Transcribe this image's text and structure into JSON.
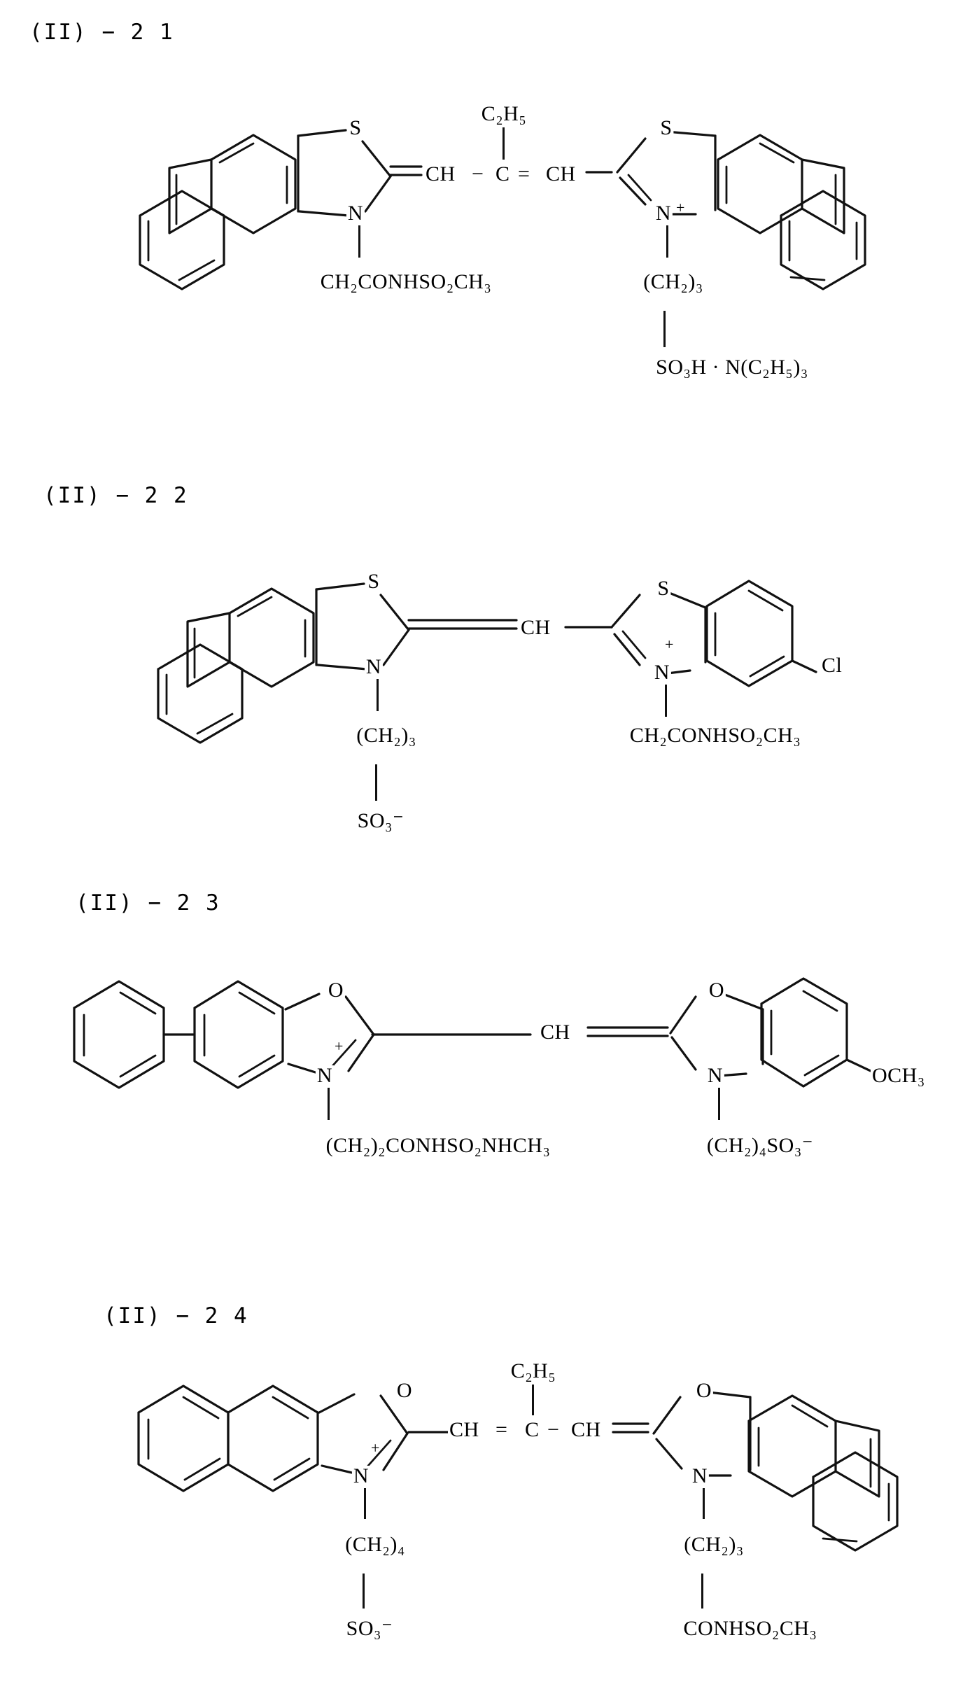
{
  "document": {
    "type": "patent-chemical-structures-page",
    "background_color": "#ffffff",
    "ink_color": "#111111"
  },
  "compounds": [
    {
      "id": "ii-21",
      "label": "(II) − 2 1",
      "description": "Trimethine cyanine dye with two naphtho[1,2-d]thiazole nuclei, ethyl substituent on meso carbon",
      "labels": {
        "left_hetero_atom": "S",
        "left_n_atom": "N",
        "right_hetero_atom": "S",
        "right_n_atom": "N",
        "charge": "+",
        "meso_substituent": "C₂H₅",
        "chain_left": "CH",
        "chain_bond_left": "−",
        "chain_center": "C",
        "chain_bond_right": "=",
        "chain_right": "CH",
        "left_n_substituent": "CH₂CONHSO₂CH₃",
        "right_n_substituent": "(CH₂)₃",
        "right_terminal": "SO₃H · N(C₂H₅)₃"
      }
    },
    {
      "id": "ii-22",
      "label": "(II) − 2 2",
      "description": "Monomethine cyanine dye, naphthothiazole and 5-chlorobenzothiazolium nuclei",
      "labels": {
        "left_hetero_atom": "S",
        "left_n_atom": "N",
        "right_hetero_atom": "S",
        "right_n_atom": "N",
        "charge": "+",
        "methine": "CH",
        "ring_substituent": "Cl",
        "left_n_substituent": "(CH₂)₃",
        "left_terminal": "SO₃⁻",
        "right_n_substituent": "CH₂CONHSO₂CH₃"
      }
    },
    {
      "id": "ii-23",
      "label": "(II) − 2 3",
      "description": "Monomethine oxacarbocyanine, 5-phenylbenzoxazolium and 5-methoxybenzoxazole nuclei",
      "labels": {
        "left_hetero_atom": "O",
        "left_n_atom": "N",
        "right_hetero_atom": "O",
        "right_n_atom": "N",
        "charge": "+",
        "methine": "CH",
        "right_ring_substituent": "OCH₃",
        "left_n_substituent": "(CH₂)₂CONHSO₂NHCH₃",
        "right_n_substituent": "(CH₂)₄SO₃⁻"
      }
    },
    {
      "id": "ii-24",
      "label": "(II) − 2 4",
      "description": "Trimethine oxacarbocyanine with two naphthoxazole nuclei and ethyl meso substituent",
      "labels": {
        "left_hetero_atom": "O",
        "left_n_atom": "N",
        "right_hetero_atom": "O",
        "right_n_atom": "N",
        "charge": "+",
        "meso_substituent": "C₂H₅",
        "chain_left": "CH",
        "chain_bond_left": "=",
        "chain_center": "C",
        "chain_bond_right": "−",
        "chain_right": "CH",
        "left_n_substituent": "(CH₂)₄",
        "left_terminal": "SO₃⁻",
        "right_n_substituent": "(CH₂)₃",
        "right_terminal": "CONHSO₂CH₃"
      }
    }
  ]
}
